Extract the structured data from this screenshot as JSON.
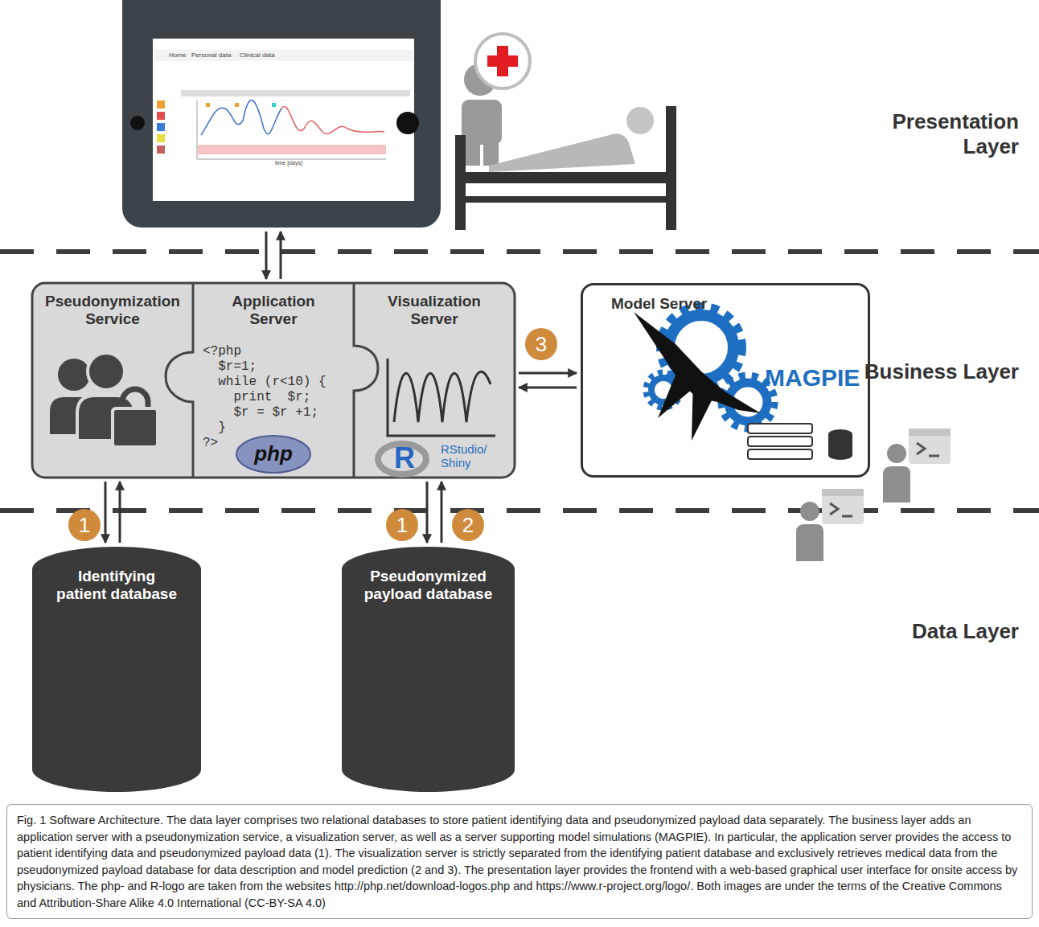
{
  "diagram": {
    "caption": "Fig. 1 Software Architecture. The data layer comprises two relational databases to store patient identifying data and pseudonymized payload data separately. The business layer adds an application server with a pseudonymization service, a visualization server, as well as a server supporting model simulations (MAGPIE). In particular, the application server provides the access to patient identifying data and pseudonymized payload data (1). The visualization server is strictly separated from the identifying patient database and exclusively retrieves medical data from the pseudonymized payload database for data description and model prediction (2 and 3). The presentation layer provides the frontend with a web-based graphical user interface for onsite access by physicians. The php- and R-logo are taken from the websites http://php.net/download-logos.php and https://www.r-project.org/logo/. Both images are under the terms of the Creative Commons and Attribution-Share Alike 4.0 International (CC-BY-SA 4.0)",
    "nodes": [
      {
        "text": [
          "Home",
          "Personal data",
          "Clinical data",
          "time [days]"
        ]
      },
      {
        "text": [
          "Pseudonymization Service"
        ]
      },
      {
        "text": [
          "Application Server",
          "<?php",
          "$r=1;",
          "while (r<10) {",
          "print  $r;",
          "$r = $r +1;",
          "}",
          "?>",
          "php"
        ]
      },
      {
        "text": [
          "Visualization Server",
          "R",
          "RStudio/ Shiny"
        ]
      },
      {
        "text": [
          "Model Server",
          "MAGPIE"
        ]
      },
      {
        "text": [
          "Identifying patient database"
        ]
      },
      {
        "text": [
          "Pseudonymized payload database"
        ]
      }
    ],
    "edges": [
      {
        "from": 0,
        "to": 2,
        "arrow": "both"
      },
      {
        "from": 3,
        "to": 4,
        "arrow": "both"
      },
      {
        "from": 1,
        "to": 5,
        "arrow": "both"
      },
      {
        "from": 3,
        "to": 6,
        "arrow": "both"
      }
    ],
    "labels": [
      "Presentation Layer",
      "3",
      "Business Layer",
      "1",
      "1",
      "2",
      "Data Layer"
    ]
  }
}
